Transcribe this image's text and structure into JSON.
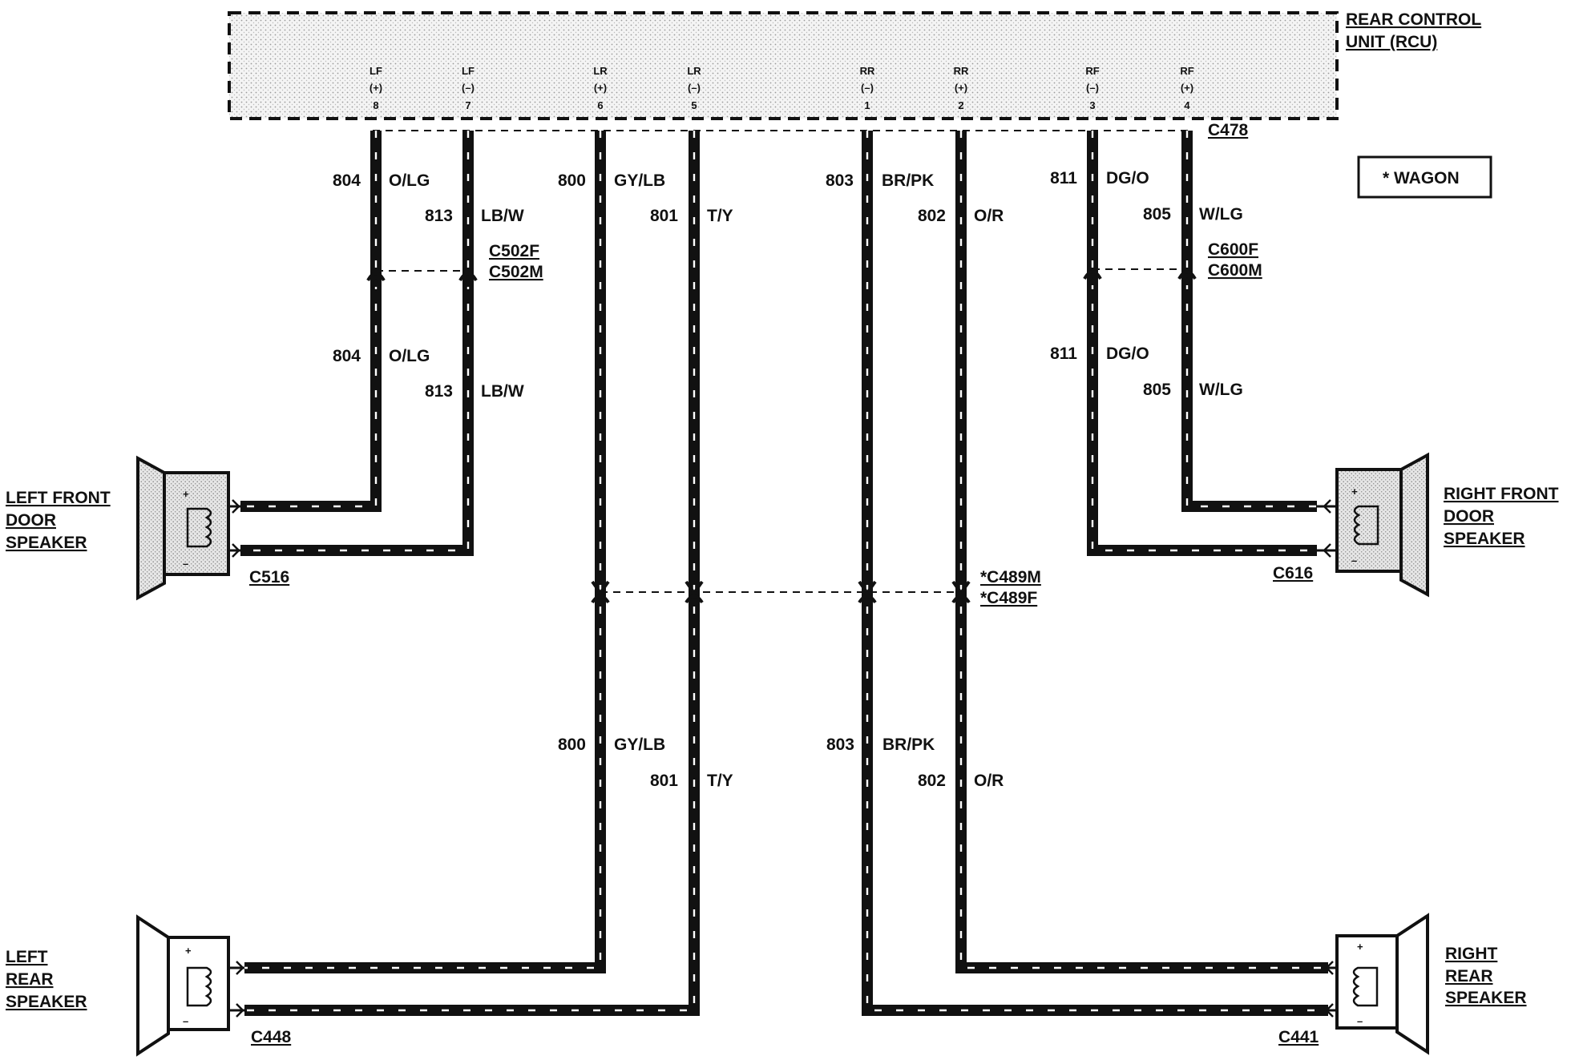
{
  "rcu": {
    "title_line1": "REAR CONTROL",
    "title_line2": "UNIT (RCU)",
    "pins": [
      {
        "name": "LF",
        "pol": "(+)",
        "num": "8"
      },
      {
        "name": "LF",
        "pol": "(–)",
        "num": "7"
      },
      {
        "name": "LR",
        "pol": "(+)",
        "num": "6"
      },
      {
        "name": "LR",
        "pol": "(–)",
        "num": "5"
      },
      {
        "name": "RR",
        "pol": "(–)",
        "num": "1"
      },
      {
        "name": "RR",
        "pol": "(+)",
        "num": "2"
      },
      {
        "name": "RF",
        "pol": "(–)",
        "num": "3"
      },
      {
        "name": "RF",
        "pol": "(+)",
        "num": "4"
      }
    ]
  },
  "legend": {
    "text": "*  WAGON"
  },
  "connectors": {
    "c478": "C478",
    "c502f": "C502F",
    "c502m": "C502M",
    "c600f": "C600F",
    "c600m": "C600M",
    "c489m": "*C489M",
    "c489f": "*C489F",
    "c516": "C516",
    "c616": "C616",
    "c448": "C448",
    "c441": "C441"
  },
  "wires": {
    "lf_pos_upper": {
      "circuit": "804",
      "color": "O/LG"
    },
    "lf_neg_upper": {
      "circuit": "813",
      "color": "LB/W"
    },
    "lf_pos_lower": {
      "circuit": "804",
      "color": "O/LG"
    },
    "lf_neg_lower": {
      "circuit": "813",
      "color": "LB/W"
    },
    "lr_pos_upper": {
      "circuit": "800",
      "color": "GY/LB"
    },
    "lr_neg_upper": {
      "circuit": "801",
      "color": "T/Y"
    },
    "lr_pos_lower": {
      "circuit": "800",
      "color": "GY/LB"
    },
    "lr_neg_lower": {
      "circuit": "801",
      "color": "T/Y"
    },
    "rr_neg_upper": {
      "circuit": "803",
      "color": "BR/PK"
    },
    "rr_pos_upper": {
      "circuit": "802",
      "color": "O/R"
    },
    "rr_neg_lower": {
      "circuit": "803",
      "color": "BR/PK"
    },
    "rr_pos_lower": {
      "circuit": "802",
      "color": "O/R"
    },
    "rf_neg_upper": {
      "circuit": "811",
      "color": "DG/O"
    },
    "rf_pos_upper": {
      "circuit": "805",
      "color": "W/LG"
    },
    "rf_neg_lower": {
      "circuit": "811",
      "color": "DG/O"
    },
    "rf_pos_lower": {
      "circuit": "805",
      "color": "W/LG"
    }
  },
  "speakers": {
    "left_front": [
      "LEFT FRONT",
      "DOOR",
      "SPEAKER"
    ],
    "right_front": [
      "RIGHT FRONT",
      "DOOR",
      "SPEAKER"
    ],
    "left_rear": [
      "LEFT",
      "REAR",
      "SPEAKER"
    ],
    "right_rear": [
      "RIGHT",
      "REAR",
      "SPEAKER"
    ],
    "plus": "+",
    "minus": "–"
  }
}
